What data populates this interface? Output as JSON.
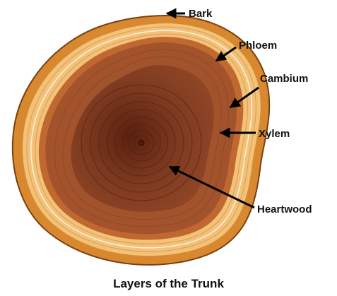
{
  "labels": {
    "bark": "Bark",
    "phloem": "Phloem",
    "cambium": "Cambium",
    "xylem": "Xylem",
    "heartwood": "Heartwood"
  },
  "caption": "Layers of the Trunk",
  "colors": {
    "bark": "#d8892f",
    "phloem": "#f3c27a",
    "cambium": "#c06830",
    "xylem": "#a2532c",
    "heartwood": "#7d3a20",
    "pith": "#4d1a0c",
    "arrow": "#000000"
  }
}
